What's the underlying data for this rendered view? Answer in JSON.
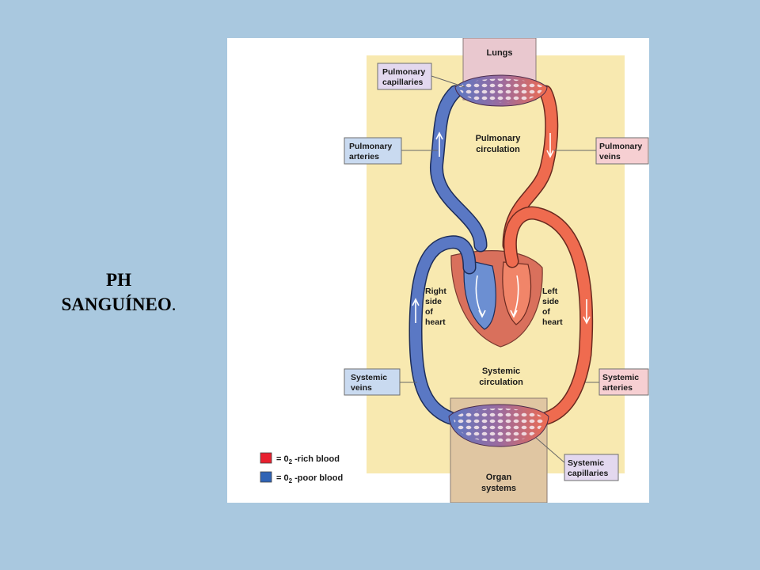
{
  "slide": {
    "title_line1": "PH",
    "title_line2": "SANGUÍNEO",
    "title_punct": "."
  },
  "diagram": {
    "lungs": "Lungs",
    "pulmonary_capillaries": [
      "Pulmonary",
      "capillaries"
    ],
    "pulmonary_arteries": [
      "Pulmonary",
      "arteries"
    ],
    "pulmonary_veins": [
      "Pulmonary",
      "veins"
    ],
    "pulmonary_circulation": [
      "Pulmonary",
      "circulation"
    ],
    "right_side": [
      "Right",
      "side",
      "of",
      "heart"
    ],
    "left_side": [
      "Left",
      "side",
      "of",
      "heart"
    ],
    "systemic_circulation": [
      "Systemic",
      "circulation"
    ],
    "systemic_veins": [
      "Systemic",
      "veins"
    ],
    "systemic_arteries": [
      "Systemic",
      "arteries"
    ],
    "systemic_capillaries": [
      "Systemic",
      "capillaries"
    ],
    "organ_systems": [
      "Organ",
      "systems"
    ],
    "legend": [
      {
        "color": "#e8202f",
        "prefix": "= 0",
        "sub": "2",
        "suffix": " -rich blood"
      },
      {
        "color": "#2f63b5",
        "prefix": "= 0",
        "sub": "2",
        "suffix": " -poor blood"
      }
    ],
    "colors": {
      "oxygen_rich": "#ef6b4f",
      "oxygen_poor": "#5a78c4",
      "circulation_bg": "#f8e9b0",
      "lungs_bg": "#e9c8cf",
      "organ_bg": "#e0c6a2",
      "blue_label_bg": "#c9daf0",
      "pink_label_bg": "#f6cfd2",
      "lavender_label_bg": "#e3d8ef"
    }
  }
}
